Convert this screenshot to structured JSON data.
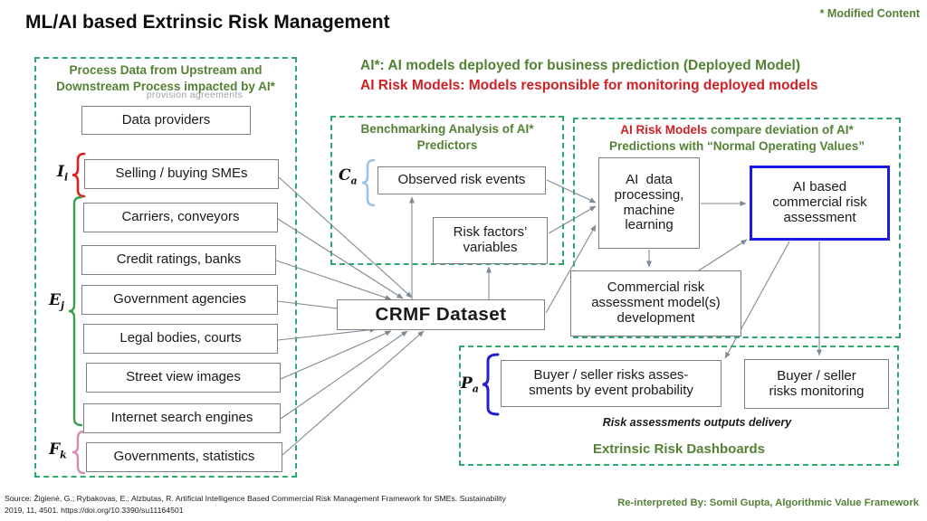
{
  "title": "ML/AI based Extrinsic Risk Management",
  "modified_note": "* Modified Content",
  "legend": {
    "green_line": "AI*: AI models deployed for business prediction (Deployed Model)",
    "red_line": "AI Risk Models: Models responsible for monitoring deployed models"
  },
  "upstream_panel": {
    "title_line1": "Process Data from Upstream and",
    "title_line2": "Downstream Process impacted by AI*",
    "hidden_text": "provision agreements",
    "boxes": [
      "Data providers",
      "Selling / buying SMEs",
      "Carriers, conveyors",
      "Credit ratings, banks",
      "Government agencies",
      "Legal bodies, courts",
      "Street view images",
      "Internet search engines",
      "Governments, statistics"
    ],
    "group_labels": [
      {
        "symbol": "I",
        "sub": "i"
      },
      {
        "symbol": "E",
        "sub": "j"
      },
      {
        "symbol": "F",
        "sub": "k"
      }
    ]
  },
  "benchmark_panel": {
    "title_line1": "Benchmarking Analysis of AI*",
    "title_line2": "Predictors",
    "group_label": {
      "symbol": "C",
      "sub": "a"
    },
    "boxes": [
      "Observed risk events",
      "Risk factors’\nvariables"
    ]
  },
  "crmf_label": "CRMF Dataset",
  "risk_panel": {
    "title_red": "AI Risk Models",
    "title_green_tail": " compare deviation of AI*",
    "title_line2": "Predictions with “Normal Operating Values”",
    "boxes": [
      "AI  data\nprocessing,\nmachine\nlearning",
      "AI based\ncommercial risk\nassessment",
      "Commercial risk\nassessment model(s)\ndevelopment"
    ]
  },
  "dashboard_panel": {
    "group_label": {
      "symbol": "P",
      "sub": "a"
    },
    "boxes": [
      "Buyer / seller risks asses-\nsments by event probability",
      "Buyer / seller\nrisks monitoring"
    ],
    "note_italic": "Risk assessments outputs delivery",
    "title": "Extrinsic Risk Dashboards"
  },
  "footer": {
    "source_line1": "Source: Žigienė, G.; Rybakovas, E.; Alzbutas, R. Artificial Intelligence Based Commercial Risk Management Framework for SMEs. Sustainability",
    "source_line2": "2019, 11, 4501. https://doi.org/10.3390/su11164501",
    "credit": "Re-interpreted By: Somil Gupta, Algorithmic Value Framework"
  },
  "colors": {
    "green_text": "#548235",
    "red_text": "#cf2026",
    "dashed_border": "#2faa6e",
    "box_border": "#7f7f7f",
    "blue_highlight": "#1a1ae0",
    "connector": "#7d8a96",
    "brace_red": "#e0201e",
    "brace_green": "#3f9e4e",
    "brace_pink": "#d98cb3",
    "brace_lightblue": "#9dc3e6",
    "brace_blue": "#2222cc"
  }
}
